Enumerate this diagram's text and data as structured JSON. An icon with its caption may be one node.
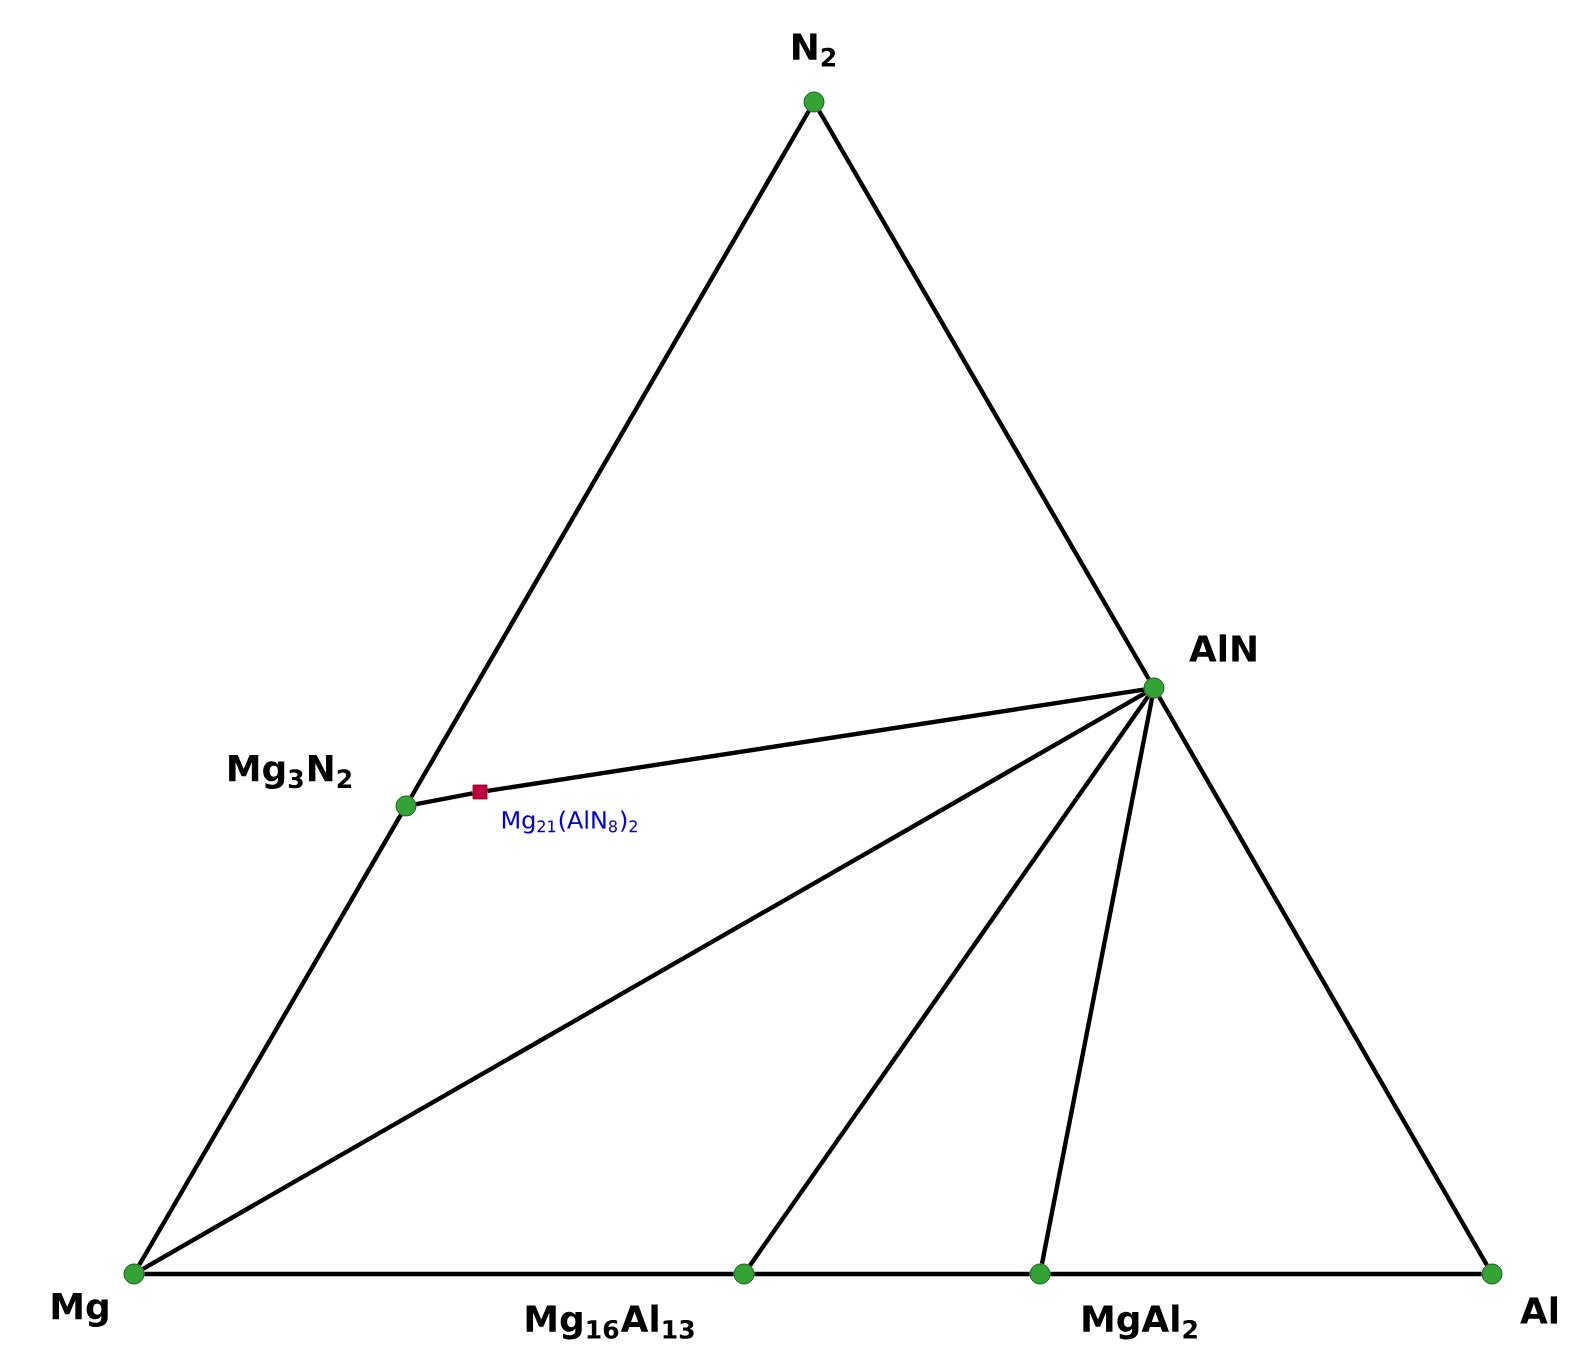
{
  "diagram": {
    "nodes": [
      {
        "text": [
          "N$_{2}$"
        ]
      },
      {
        "text": [
          "AlN"
        ]
      },
      {
        "text": [
          "Mg$_{3}$N$_{2}$"
        ]
      },
      {
        "text": [
          "Mg$_{21}$(AlN$_{8}$)$_{2}$"
        ]
      },
      {
        "text": [
          "Mg"
        ]
      },
      {
        "text": [
          "Mg$_{16}$Al$_{13}$"
        ]
      },
      {
        "text": [
          "MgAl$_{2}$"
        ]
      },
      {
        "text": [
          "Al"
        ]
      }
    ],
    "edges": [
      {
        "from": 0,
        "to": 2,
        "arrow": "none"
      },
      {
        "from": 2,
        "to": 4,
        "arrow": "none"
      },
      {
        "from": 0,
        "to": 1,
        "arrow": "none"
      },
      {
        "from": 1,
        "to": 7,
        "arrow": "none"
      },
      {
        "from": 2,
        "to": 3,
        "arrow": "none"
      },
      {
        "from": 3,
        "to": 1,
        "arrow": "none"
      },
      {
        "from": 4,
        "to": 1,
        "arrow": "none"
      },
      {
        "from": 5,
        "to": 1,
        "arrow": "none"
      },
      {
        "from": 6,
        "to": 1,
        "arrow": "none"
      },
      {
        "from": 4,
        "to": 5,
        "arrow": "none"
      },
      {
        "from": 5,
        "to": 6,
        "arrow": "none"
      },
      {
        "from": 6,
        "to": 7,
        "arrow": "none"
      }
    ]
  }
}
